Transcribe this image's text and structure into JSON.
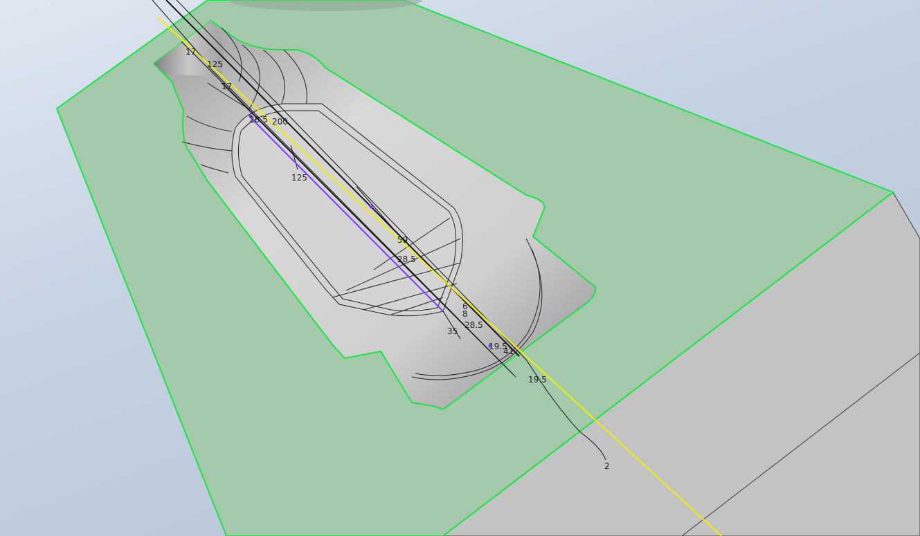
{
  "app": {
    "title": "CAD model viewport"
  },
  "viewport": {
    "background_top": "#dfe7f1",
    "background_bottom": "#b2c2d6",
    "face_highlight_color": "#a4c9ab",
    "face_edge_color": "#19e645",
    "block_color": "#c3c3c3",
    "sketch_line_color": "#7a3cff",
    "axis_line_color": "#f0f000"
  },
  "dimensions": {
    "d_top_17": "17",
    "d_125_top": "125",
    "d_17_second": "17",
    "d_28_5_top": "28.5",
    "d_200": "200",
    "d_125_mid": "125",
    "d_59": "59",
    "d_28_5_mid": "28.5",
    "d_6": "6",
    "d_8": "8",
    "d_28_5_low": "28.5",
    "d_35": "35",
    "d_19_5_a": "19.5",
    "d_41": "41",
    "d_19_5_b": "19.5",
    "d_2": "2"
  }
}
